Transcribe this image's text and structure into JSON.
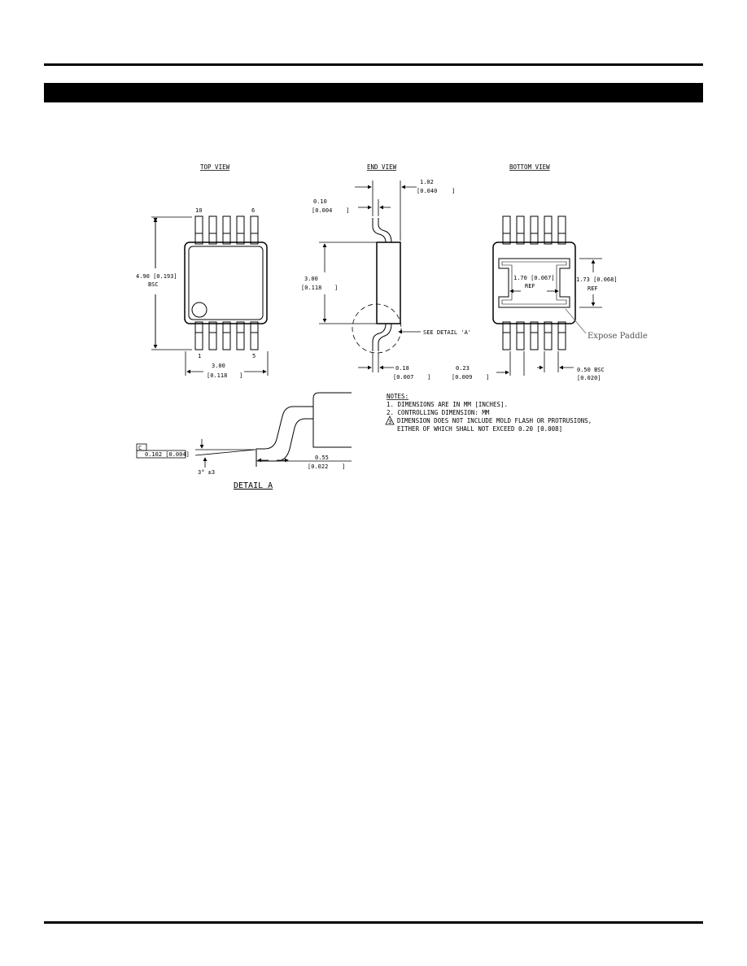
{
  "header": {
    "title": ""
  },
  "views": {
    "top": "TOP VIEW",
    "end": "END VIEW",
    "bottom": "BOTTOM VIEW",
    "detail": "DETAIL A"
  },
  "top_view": {
    "pin_10": "10",
    "pin_6": "6",
    "pin_1": "1",
    "pin_5": "5",
    "height_dim": "4.90 [0.193]",
    "height_bsc": "BSC",
    "width_dim": "3.00",
    "width_in": "[0.118",
    "width_close": "]"
  },
  "end_view": {
    "d102": "1.02",
    "d102_in": "[0.040",
    "d102_close": "]",
    "d010": "0.10",
    "d010_in": "[0.004",
    "d010_close": "]",
    "d300": "3.00",
    "d300_in": "[0.118",
    "d300_close": "]",
    "see_detail": "SEE DETAIL 'A'",
    "d018": "0.18",
    "d018_in": "[0.007",
    "d018_close": "]",
    "d023": "0.23",
    "d023_in": "[0.009",
    "d023_close": "]"
  },
  "bottom_view": {
    "d170": "1.70 [0.067]",
    "d170_ref": "REF",
    "d173": "1.73 [0.068]",
    "d173_ref": "REF",
    "pitch": "0.50 BSC",
    "pitch_in": "[0.020]",
    "paddle": "Expose Paddle"
  },
  "detail_a": {
    "gauge": "0.102 [0.004]",
    "angle": "3° ±3",
    "d055": "0.55",
    "d055_in": "[0.022",
    "d055_close": "]"
  },
  "notes": {
    "heading": "NOTES:",
    "n1": "1. DIMENSIONS ARE IN MM [INCHES].",
    "n2": "2. CONTROLLING DIMENSION: MM",
    "n3_a": "DIMENSION DOES NOT INCLUDE MOLD FLASH OR PROTRUSIONS,",
    "n3_b": "EITHER OF WHICH SHALL NOT EXCEED 0.20 [0.008]",
    "n3_num": "3"
  }
}
